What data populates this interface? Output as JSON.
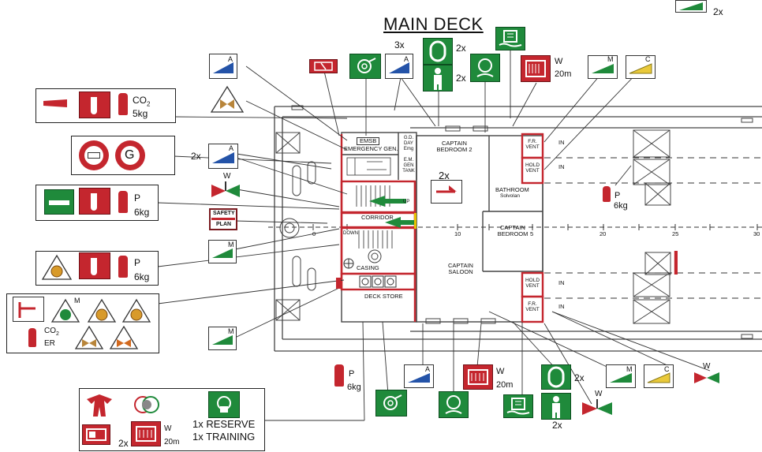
{
  "title": "MAIN DECK",
  "rooms": {
    "emsb": "EMSB",
    "emergency_gen": "EMERGENCY GEN.",
    "gd_day": "G.D. DAY Emg",
    "em_gen_tank": "E.M. GEN TANK",
    "captain_bedroom_2": "CAPTAIN BEDROOM 2",
    "bathroom": "BATHROOM",
    "bathroom_sub": "Solvolan",
    "captain_bedroom": "CAPTAIN BEDROOM",
    "captain_saloon": "CAPTAIN SALOON",
    "corridor": "CORRIDOR",
    "casing": "CASING",
    "deck_store": "DECK STORE",
    "down": "DOWN",
    "up": "UP",
    "fr_vent_top": "F.R. VENT",
    "hold_vent_top": "HOLD VENT",
    "hold_vent_bottom": "HOLD VENT",
    "fr_vent_bottom": "F.R. VENT",
    "in_1": "IN",
    "in_2": "IN",
    "in_3": "IN",
    "in_4": "IN"
  },
  "frame_numbers": [
    "0",
    "10",
    "20",
    "25",
    "30"
  ],
  "frame_5": "5",
  "legend": {
    "co2_label": "CO",
    "co2_sub": "2",
    "kg5": "5kg",
    "gas_letter": "G",
    "p_label_1": "P",
    "kg6_1": "6kg",
    "p_label_2": "P",
    "kg6_2": "6kg",
    "m_label_er": "M",
    "co2_er": "CO",
    "co2_er_sub": "2",
    "er_label": "ER",
    "safety_plan_1": "SAFETY",
    "safety_plan_2": "PLAN",
    "bottom_reserve": "1x RESERVE",
    "bottom_training": "1x TRAINING",
    "bottom_w": "W",
    "bottom_20m": "20m",
    "bottom_2x": "2x"
  },
  "symbols": {
    "a_letter_1": "A",
    "a_letter_2": "A",
    "a_letter_3": "A",
    "a_letter_4": "A",
    "m_letter_1": "M",
    "m_letter_2": "M",
    "m_letter_3": "M",
    "m_letter_4": "M",
    "c_letter_1": "C",
    "c_letter_2": "C",
    "w_letter_1": "W",
    "w_letter_2": "W",
    "w_letter_3": "W",
    "w_letter_4": "W",
    "w_letter_5": "W",
    "m20_1": "20m",
    "m20_2": "20m",
    "p_letter_1": "P",
    "p_letter_2": "P",
    "kg6_right": "6kg",
    "kg6_bottom": "6kg",
    "x3": "3x",
    "x2_top_buoy": "2x",
    "x2_top_suit": "2x",
    "x2_left_a": "2x",
    "x2_ladder": "2x",
    "x2_corner": "2x",
    "x2_buoy_bottom": "2x",
    "x2_suit_bottom": "2x"
  }
}
